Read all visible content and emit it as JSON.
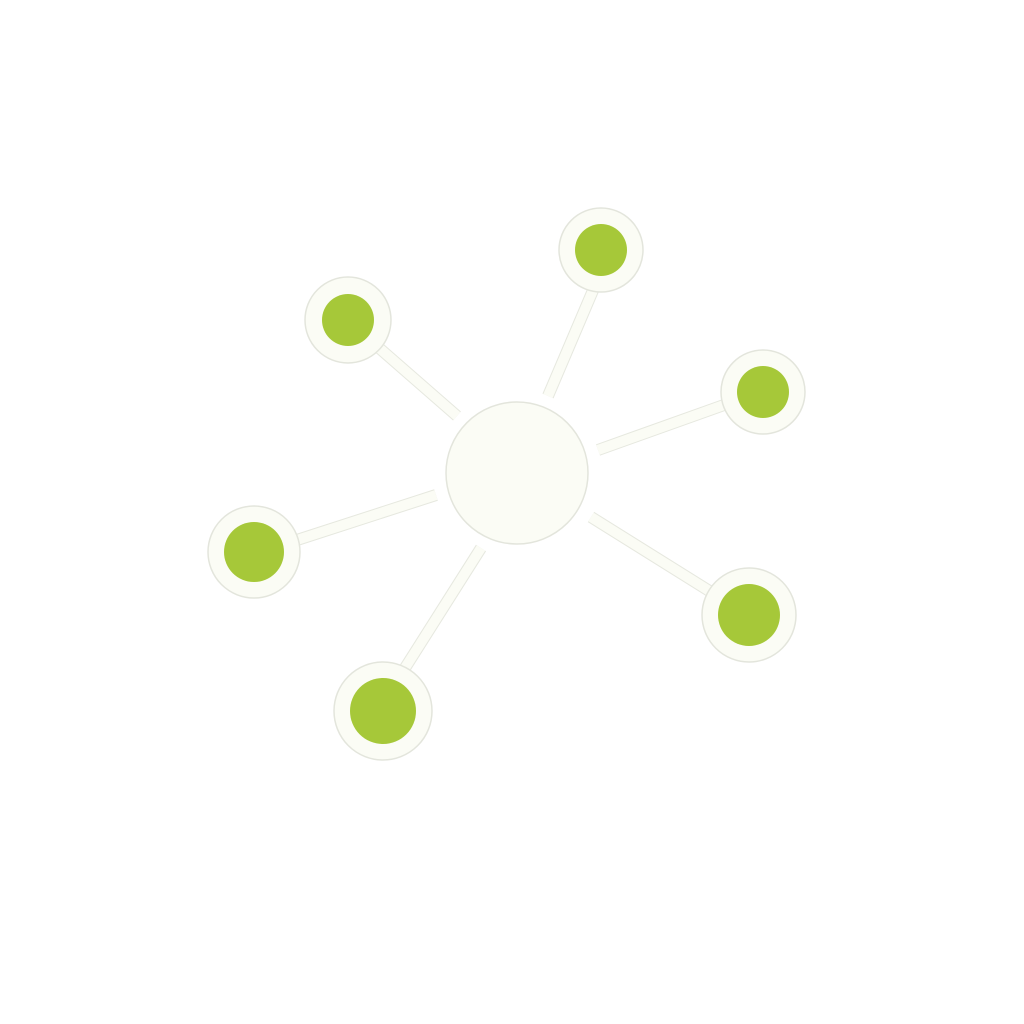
{
  "diagram": {
    "type": "hub-and-spoke network",
    "hub": {
      "fill": "#fbfcf5",
      "stroke": "#e3e5dc"
    },
    "satellites": [
      {
        "id": "top-right",
        "fill": "#a6c839"
      },
      {
        "id": "top-left",
        "fill": "#a6c839"
      },
      {
        "id": "right",
        "fill": "#a6c839"
      },
      {
        "id": "left",
        "fill": "#a6c839"
      },
      {
        "id": "bottom-right",
        "fill": "#a6c839"
      },
      {
        "id": "bottom-left",
        "fill": "#a6c839"
      }
    ],
    "colors": {
      "background": "#ffffff",
      "spoke": "#fbfcf5",
      "spoke_outline": "#e6e8df",
      "node_ring": "#fbfcf5",
      "node_ring_outline": "#e3e5dc",
      "node_core": "#a6c839"
    }
  }
}
